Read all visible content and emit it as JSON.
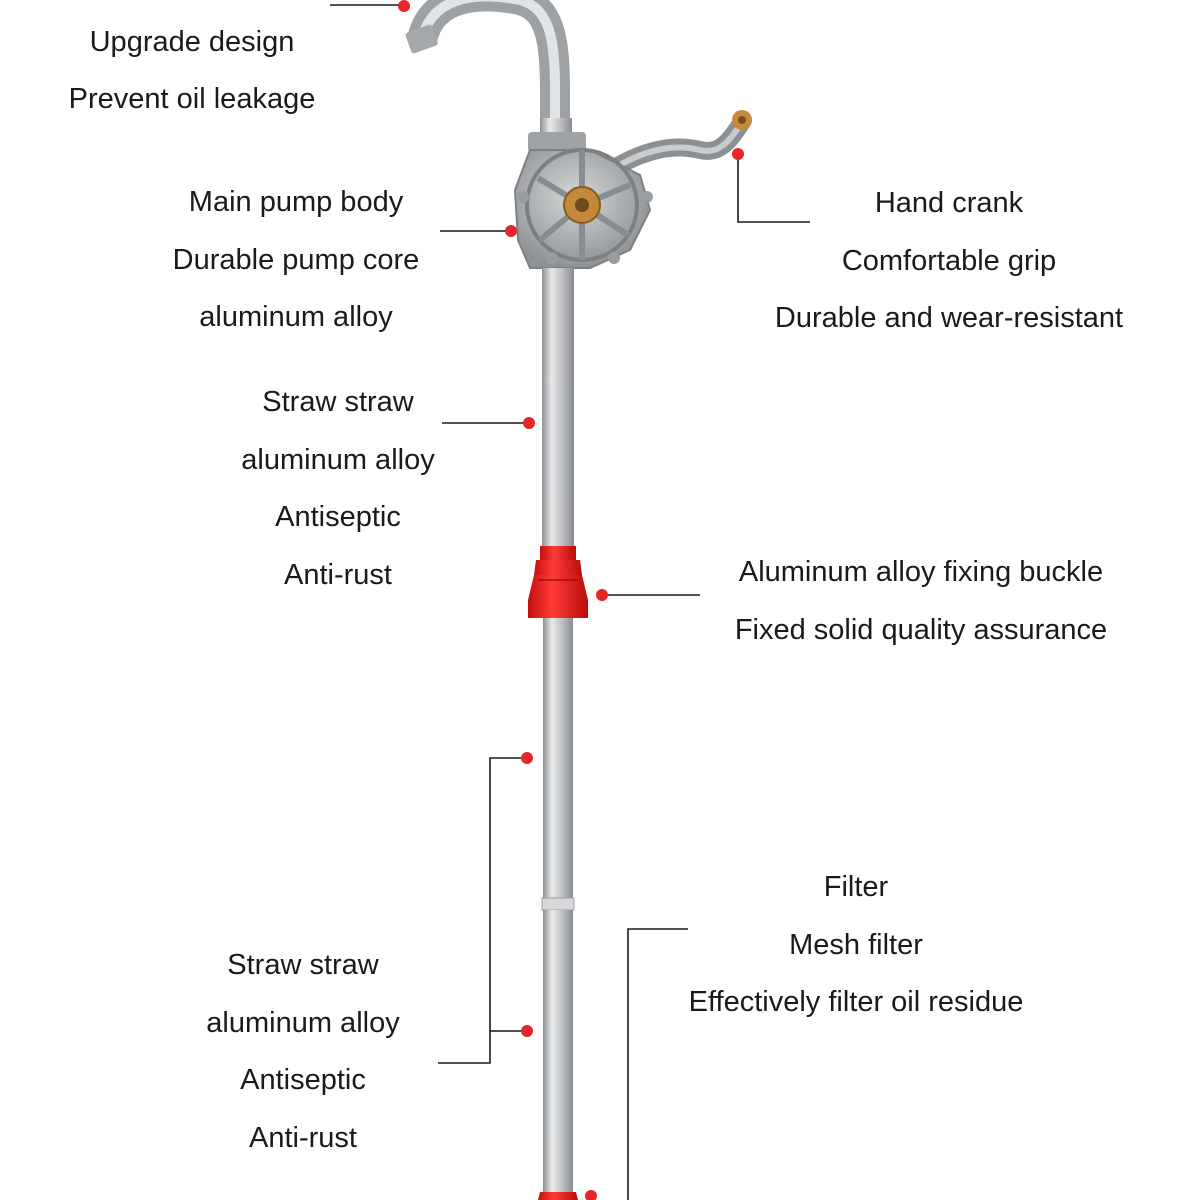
{
  "callouts": {
    "outlet_pipe": {
      "lines": [
        "Upgrade design",
        "Prevent oil leakage"
      ]
    },
    "pump_body": {
      "lines": [
        "Main pump body",
        "Durable pump core",
        "aluminum alloy"
      ]
    },
    "hand_crank": {
      "lines": [
        "Hand crank",
        "Comfortable grip",
        "Durable and wear-resistant"
      ]
    },
    "upper_straw": {
      "lines": [
        "Straw straw",
        "aluminum alloy",
        "Antiseptic",
        "Anti-rust"
      ]
    },
    "buckle": {
      "lines": [
        "Aluminum alloy fixing buckle",
        "Fixed solid quality assurance"
      ]
    },
    "filter": {
      "lines": [
        "Filter",
        "Mesh filter",
        "Effectively filter oil residue"
      ]
    },
    "lower_straw": {
      "lines": [
        "Straw straw",
        "aluminum alloy",
        "Antiseptic",
        "Anti-rust"
      ]
    }
  },
  "colors": {
    "marker": "#e8262a",
    "buckle": "#e5201f",
    "leader": "#1a1a1a",
    "metal": "#b9bcbf"
  }
}
